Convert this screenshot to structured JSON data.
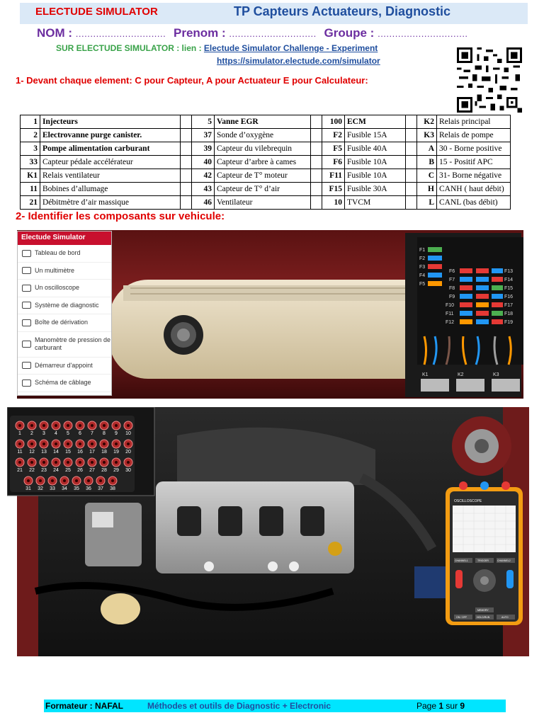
{
  "header": {
    "left_title": "ELECTUDE SIMULATOR",
    "right_title": "TP Capteurs Actuateurs, Diagnostic"
  },
  "id_line": {
    "nom": "NOM :",
    "prenom": "Prenom :",
    "groupe": "Groupe :",
    "dots1": "...............................",
    "dots2": "..............................",
    "dots3": "..............................."
  },
  "links": {
    "label": "SUR ELECTUDE SIMULATOR : lien :",
    "challenge": "Electude Simulator Challenge - Experiment",
    "url": "https://simulator.electude.com/simulator"
  },
  "question1": "1-   Devant chaque element: C pour Capteur, A pour Actuateur E pour Calculateur:",
  "question2": "2-  Identifier les composants sur vehicule:",
  "table": {
    "rows": [
      [
        {
          "n": "1",
          "t": "Injecteurs",
          "b": true
        },
        {
          "n": "5",
          "t": "Vanne EGR",
          "b": true
        },
        {
          "n": "100",
          "t": "ECM",
          "b": true
        },
        {
          "n": "K2",
          "t": "Relais principal"
        }
      ],
      [
        {
          "n": "2",
          "t": "Electrovanne purge canister.",
          "b": true
        },
        {
          "n": "37",
          "t": "Sonde d’oxygène"
        },
        {
          "n": "F2",
          "t": "Fusible 15A"
        },
        {
          "n": "K3",
          "t": "Relais de pompe"
        }
      ],
      [
        {
          "n": "3",
          "t": "Pompe alimentation carburant",
          "b": true
        },
        {
          "n": "39",
          "t": "Capteur du vilebrequin"
        },
        {
          "n": "F5",
          "t": "Fusible 40A"
        },
        {
          "n": "A",
          "t": "30 - Borne positive"
        }
      ],
      [
        {
          "n": "33",
          "t": "Capteur pédale accélérateur"
        },
        {
          "n": "40",
          "t": "Capteur d’arbre à cames"
        },
        {
          "n": "F6",
          "t": "Fusible 10A"
        },
        {
          "n": "B",
          "t": "15 - Positif APC"
        }
      ],
      [
        {
          "n": "K1",
          "t": "Relais ventilateur"
        },
        {
          "n": "42",
          "t": "Capteur de T° moteur"
        },
        {
          "n": "F11",
          "t": "Fusible 10A"
        },
        {
          "n": "C",
          "t": "31- Borne négative"
        }
      ],
      [
        {
          "n": "11",
          "t": "Bobines d’allumage"
        },
        {
          "n": "43",
          "t": "Capteur de T° d’air"
        },
        {
          "n": "F15",
          "t": "Fusible 30A"
        },
        {
          "n": "H",
          "t": "CANH ( haut débit)"
        }
      ],
      [
        {
          "n": "21",
          "t": "Débitmètre d’air massique"
        },
        {
          "n": "46",
          "t": "Ventilateur"
        },
        {
          "n": "10",
          "t": "TVCM"
        },
        {
          "n": "L",
          "t": "CANL (bas débit)"
        }
      ]
    ]
  },
  "simulator_menu": {
    "title": "Electude Simulator",
    "items": [
      "Tableau de bord",
      "Un multimètre",
      "Un oscilloscope",
      "Système de diagnostic",
      "Boîte de dérivation",
      "Manomètre de pression de carburant",
      "Démarreur d'appoint",
      "Schéma de câblage"
    ]
  },
  "fusebox": {
    "left_fuses": [
      "F1",
      "F2",
      "F3",
      "F4",
      "F5"
    ],
    "mid_fuses": [
      "F6",
      "F7",
      "F8",
      "F9",
      "F10",
      "F11",
      "F12"
    ],
    "right_fuses": [
      "F13",
      "F14",
      "F15",
      "F16",
      "F17",
      "F18",
      "F19"
    ],
    "relays": [
      "K1",
      "K2",
      "K3"
    ]
  },
  "breakout_box": {
    "rows": [
      [
        "1",
        "2",
        "3",
        "4",
        "5",
        "6",
        "7",
        "8",
        "9",
        "10"
      ],
      [
        "11",
        "12",
        "13",
        "14",
        "15",
        "16",
        "17",
        "18",
        "19",
        "20"
      ],
      [
        "21",
        "22",
        "23",
        "24",
        "25",
        "26",
        "27",
        "28",
        "29",
        "30"
      ],
      [
        "31",
        "32",
        "33",
        "34",
        "35",
        "36",
        "37",
        "38"
      ]
    ]
  },
  "oscilloscope": {
    "title": "OSCILLOSCOPE",
    "buttons": [
      "CHANNEL1",
      "TRIGGER",
      "CHANNEL2",
      "MEMORY",
      "ON / OFF",
      "HOLD/RUN",
      "AUTO"
    ]
  },
  "footer": {
    "formateur": "Formateur : NAFAL",
    "course": "Méthodes et outils de Diagnostic + Electronic",
    "page_label": "Page",
    "page_num": "1",
    "sur": "sur",
    "total": "9"
  }
}
